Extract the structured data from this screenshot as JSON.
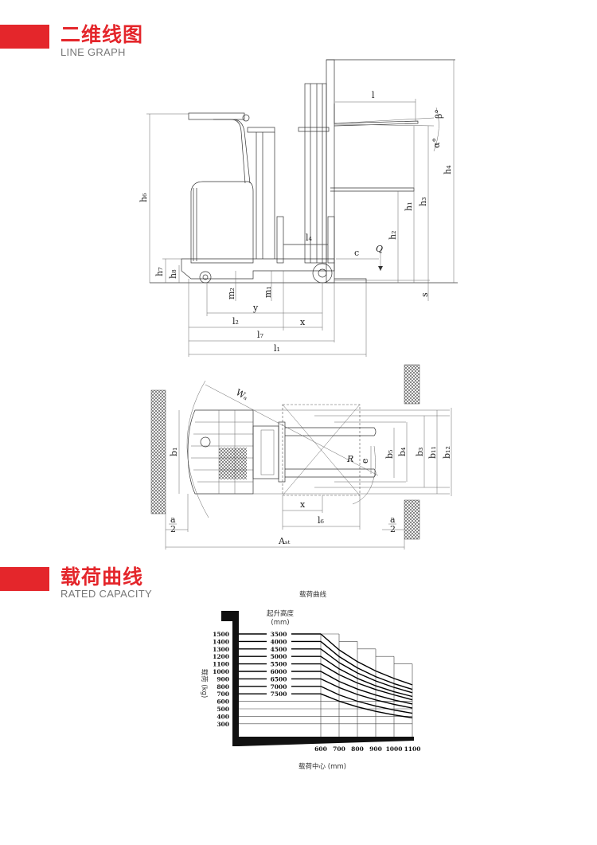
{
  "sections": [
    {
      "title_cn": "二维线图",
      "title_en": "LINE GRAPH"
    },
    {
      "title_cn": "载荷曲线",
      "title_en": "RATED CAPACITY"
    }
  ],
  "accent_color": "#e4262b",
  "side_view_labels": {
    "l": "l",
    "h6": "h₆",
    "h7": "h₇",
    "h8": "h₈",
    "h1": "h₁",
    "h2": "h₂",
    "h3": "h₃",
    "h4": "h₄",
    "alpha": "α°",
    "beta": "β°",
    "l4": "l₄",
    "c": "c",
    "Q": "Q",
    "s": "s",
    "m2": "m₂",
    "m1": "m₁",
    "y": "y",
    "l2": "l₂",
    "x": "x",
    "l7": "l₇",
    "l1": "l₁"
  },
  "top_view_labels": {
    "Wa": "Wₐ",
    "b1": "b₁",
    "R": "R",
    "e": "e",
    "b5": "b₅",
    "b4": "b₄",
    "b3": "b₃",
    "b11": "b₁₁",
    "b12": "b₁₂",
    "x": "x",
    "l6": "l₆",
    "a2_left_num": "a",
    "a2_left_den": "2",
    "a2_right_num": "a",
    "a2_right_den": "2",
    "Ast": "Aₛₜ"
  },
  "chart_data": {
    "type": "line",
    "title": "载荷曲线",
    "legend_title": "起升高度",
    "legend_unit": "(mm)",
    "xlabel": "载荷中心 (mm)",
    "ylabel": "载荷 (kg)",
    "x": [
      600,
      700,
      800,
      900,
      1000,
      1100
    ],
    "x_tick_labels": [
      "600",
      "700",
      "800",
      "900",
      "1000",
      "1100"
    ],
    "y_tick_labels": [
      "1500",
      "1400",
      "1300",
      "1200",
      "1100",
      "1000",
      "900",
      "800",
      "700",
      "600",
      "500",
      "400",
      "300"
    ],
    "y_ticks": [
      1500,
      1400,
      1300,
      1200,
      1100,
      1000,
      900,
      800,
      700,
      600,
      500,
      400,
      300
    ],
    "xlim": [
      600,
      1100
    ],
    "ylim": [
      300,
      1500
    ],
    "series": [
      {
        "name": "3500",
        "values": [
          1500,
          1287,
          1130,
          1005,
          905,
          820
        ]
      },
      {
        "name": "4000",
        "values": [
          1400,
          1198,
          1047,
          930,
          836,
          760
        ]
      },
      {
        "name": "4500",
        "values": [
          1300,
          1117,
          979,
          872,
          786,
          715
        ]
      },
      {
        "name": "5000",
        "values": [
          1200,
          1034,
          906,
          807,
          728,
          665
        ]
      },
      {
        "name": "5500",
        "values": [
          1100,
          956,
          845,
          757,
          686,
          620
        ]
      },
      {
        "name": "6000",
        "values": [
          1000,
          866,
          764,
          684,
          618,
          565
        ]
      },
      {
        "name": "6500",
        "values": [
          900,
          784,
          692,
          619,
          560,
          510
        ]
      },
      {
        "name": "7000",
        "values": [
          800,
          686,
          601,
          536,
          484,
          440
        ]
      },
      {
        "name": "7500",
        "values": [
          700,
          602,
          525,
          466,
          418,
          380
        ]
      }
    ]
  }
}
